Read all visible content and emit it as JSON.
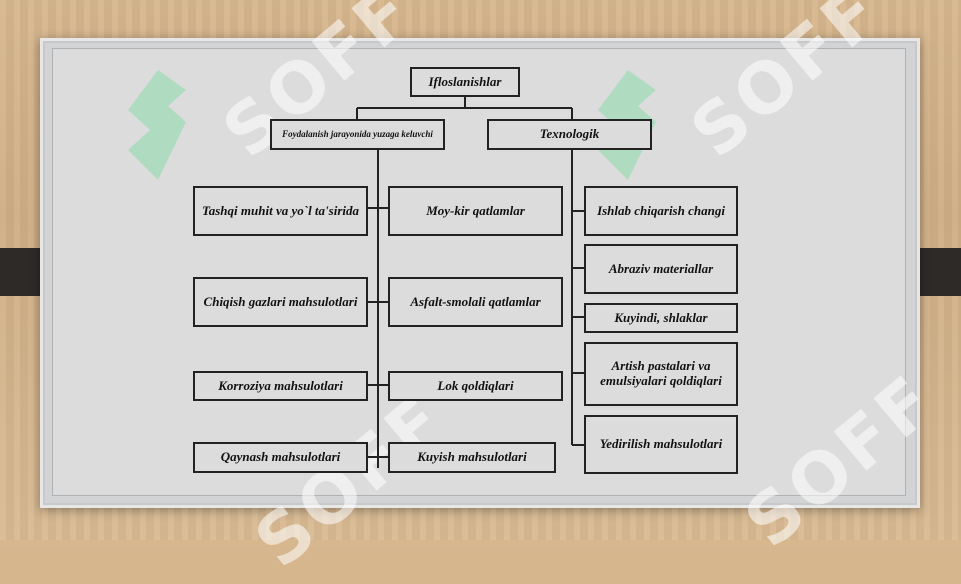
{
  "diagram": {
    "root": "Ifloslanishlar",
    "branch_usage": "Foydalanish jarayonida yuzaga keluvchi",
    "branch_tech": "Texnologik",
    "usage_left": [
      "Tashqi muhit va yo`l ta'sirida",
      "Chiqish gazlari mahsulotlari",
      "Korroziya mahsulotlari",
      "Qaynash mahsulotlari"
    ],
    "usage_right": [
      "Moy-kir qatlamlar",
      "Asfalt-smolali qatlamlar",
      "Lok qoldiqlari",
      "Kuyish mahsulotlari"
    ],
    "tech": [
      "Ishlab chiqarish changi",
      "Abraziv materiallar",
      "Kuyindi, shlaklar",
      "Artish pastalari va emulsiyalari qoldiqlari",
      "Yedirilish mahsulotlari"
    ]
  },
  "watermark": {
    "text": "SOFF"
  }
}
